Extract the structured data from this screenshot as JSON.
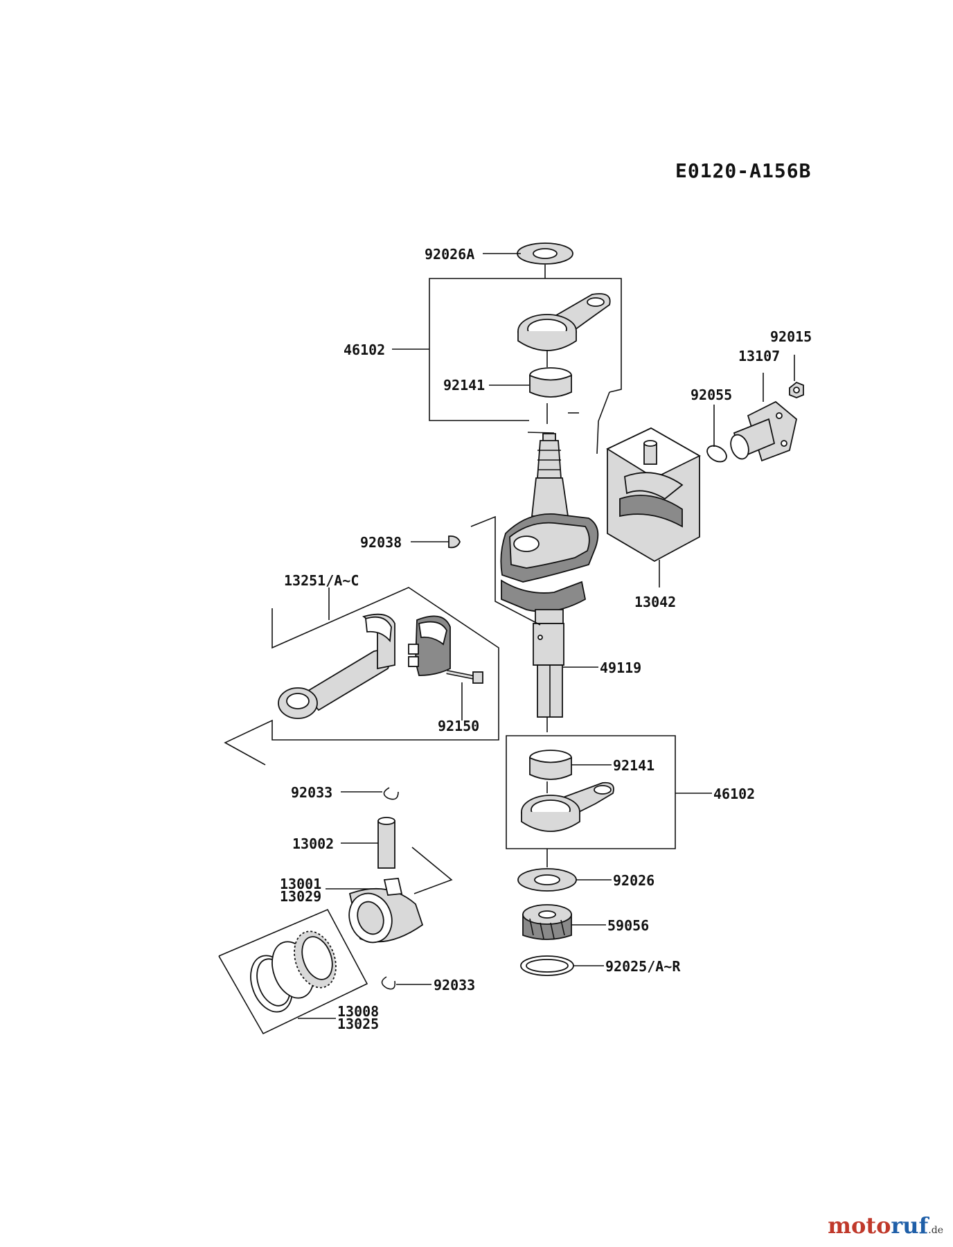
{
  "diagram_code": "E0120-A156B",
  "labels": {
    "p92026A": "92026A",
    "p46102_top": "46102",
    "p92141_top": "92141",
    "p92015": "92015",
    "p13107": "13107",
    "p92055": "92055",
    "p92038": "92038",
    "p13042": "13042",
    "p13251": "13251/A~C",
    "p49119": "49119",
    "p92150": "92150",
    "p92141_bot": "92141",
    "p46102_bot": "46102",
    "p92033_top": "92033",
    "p13002": "13002",
    "p13001": "13001",
    "p13029": "13029",
    "p92026": "92026",
    "p59056": "59056",
    "p92025": "92025/A~R",
    "p92033_bot": "92033",
    "p13008": "13008",
    "p13025": "13025"
  },
  "watermark": {
    "main": "moto",
    "accent": "ruf",
    "tld": ".de"
  }
}
